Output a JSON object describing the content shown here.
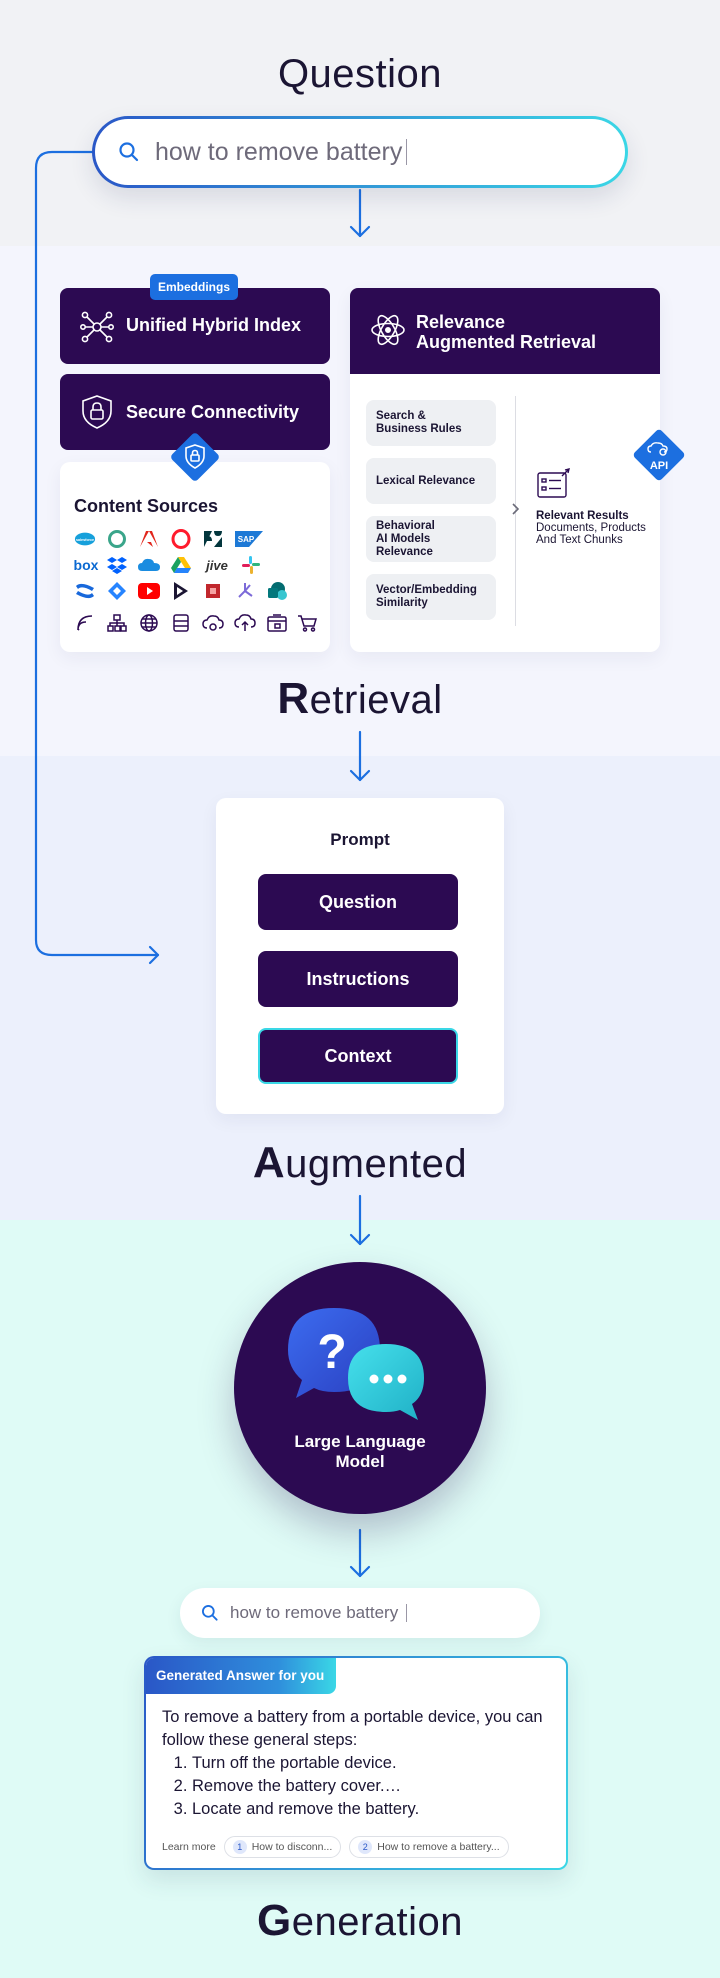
{
  "sections": {
    "question_title": "Question",
    "retrieval": {
      "big": "R",
      "rest": "etrieval"
    },
    "augmented": {
      "big": "A",
      "rest": "ugmented"
    },
    "generation": {
      "big": "G",
      "rest": "eneration"
    }
  },
  "search": {
    "query": "how to remove battery"
  },
  "retrieval": {
    "embeddings_label": "Embeddings",
    "hybrid_index": "Unified Hybrid Index",
    "secure_connectivity": "Secure Connectivity",
    "content_sources_title": "Content Sources",
    "relevance_title_line1": "Relevance",
    "relevance_title_line2": "Augmented Retrieval",
    "rules": [
      {
        "line1": "Search &",
        "line2": "Business Rules"
      },
      {
        "line1": "Lexical Relevance",
        "line2": ""
      },
      {
        "line1": "Behavioral",
        "line2": "AI Models Relevance"
      },
      {
        "line1": "Vector/Embedding",
        "line2": "Similarity"
      }
    ],
    "results_title": "Relevant Results",
    "results_line1": "Documents, Products",
    "results_line2": "And Text Chunks",
    "api_label": "API",
    "source_icons": [
      "salesforce-icon",
      "circle-logo-icon",
      "adobe-icon",
      "opera-icon",
      "zendesk-icon",
      "sap-icon",
      "box-icon",
      "dropbox-icon",
      "onedrive-icon",
      "google-drive-icon",
      "jive-icon",
      "slack-icon",
      "confluence-icon",
      "jira-icon",
      "youtube-icon",
      "dynamics-icon",
      "khoros-icon",
      "sitecore-icon",
      "sharepoint-icon",
      "rss-icon",
      "sitemap-icon",
      "web-icon",
      "database-icon",
      "cloud-sync-icon",
      "cloud-upload-icon",
      "catalog-icon",
      "cart-icon"
    ],
    "source_labels": {
      "salesforce": "salesforce",
      "sap": "SAP",
      "box": "box",
      "jive": "jive"
    }
  },
  "prompt": {
    "title": "Prompt",
    "items": [
      "Question",
      "Instructions",
      "Context"
    ]
  },
  "llm": {
    "line1": "Large Language",
    "line2": "Model",
    "question_mark": "?"
  },
  "answer": {
    "tag": "Generated Answer for you",
    "intro": "To remove a battery from a portable device, you can follow these general steps:",
    "steps": [
      "Turn off the portable device.",
      "Remove the battery cover.…",
      "Locate and remove the battery."
    ],
    "learn_more": "Learn more",
    "links": [
      {
        "n": "1",
        "label": "How to disconn..."
      },
      {
        "n": "2",
        "label": "How to remove a battery..."
      }
    ]
  },
  "colors": {
    "dark_purple": "#2c0a52",
    "blue": "#1c6fe0",
    "cyan": "#3ad7e6",
    "arrow": "#1c6fe0"
  }
}
